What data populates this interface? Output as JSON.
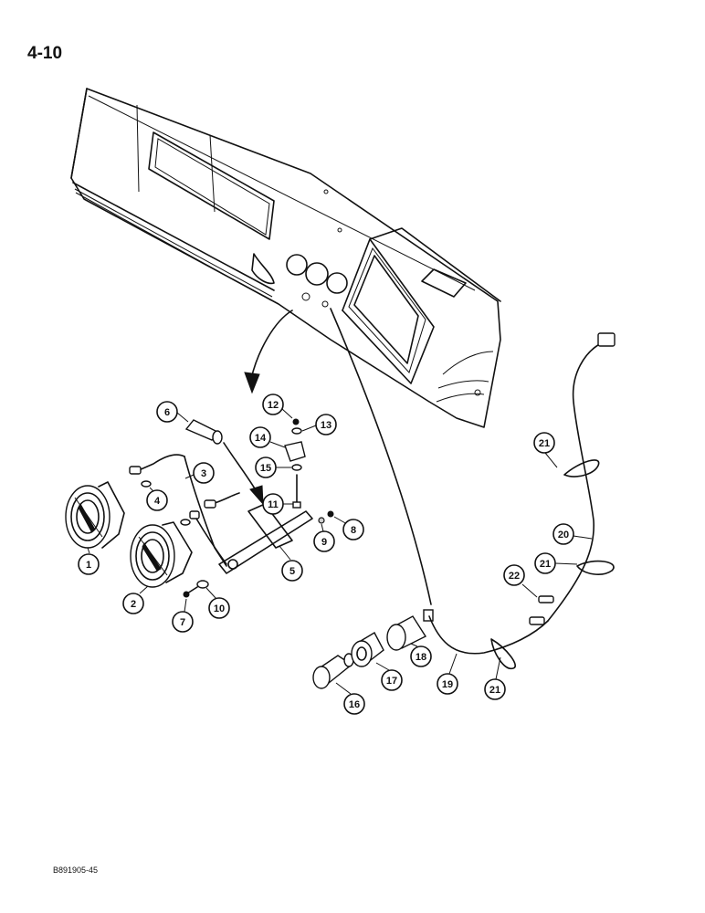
{
  "page": {
    "number": "4-10",
    "figure_code": "B891905-45"
  },
  "callouts": [
    {
      "id": "1",
      "label": "1"
    },
    {
      "id": "2",
      "label": "2"
    },
    {
      "id": "3",
      "label": "3"
    },
    {
      "id": "4",
      "label": "4"
    },
    {
      "id": "5",
      "label": "5"
    },
    {
      "id": "6",
      "label": "6"
    },
    {
      "id": "7",
      "label": "7"
    },
    {
      "id": "8",
      "label": "8"
    },
    {
      "id": "9",
      "label": "9"
    },
    {
      "id": "10",
      "label": "10"
    },
    {
      "id": "11",
      "label": "11"
    },
    {
      "id": "12",
      "label": "12"
    },
    {
      "id": "13",
      "label": "13"
    },
    {
      "id": "14",
      "label": "14"
    },
    {
      "id": "15",
      "label": "15"
    },
    {
      "id": "16",
      "label": "16"
    },
    {
      "id": "17",
      "label": "17"
    },
    {
      "id": "18",
      "label": "18"
    },
    {
      "id": "19",
      "label": "19"
    },
    {
      "id": "20",
      "label": "20"
    },
    {
      "id": "21a",
      "label": "21"
    },
    {
      "id": "21b",
      "label": "21"
    },
    {
      "id": "21c",
      "label": "21"
    },
    {
      "id": "22",
      "label": "22"
    }
  ]
}
